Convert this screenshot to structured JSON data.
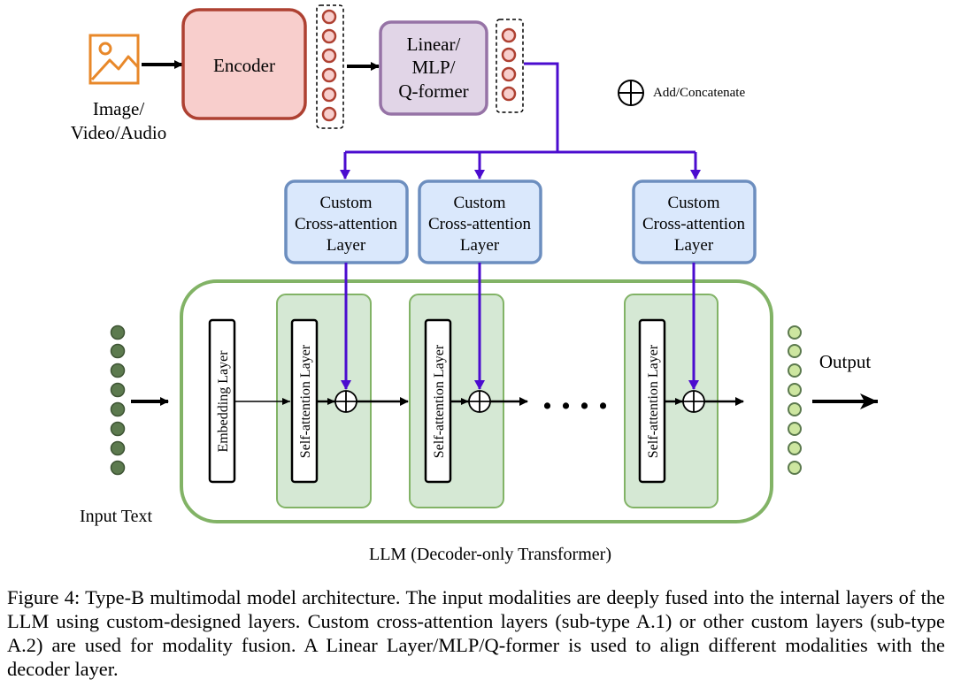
{
  "inputs": {
    "media_label_line1": "Image/",
    "media_label_line2": "Video/Audio",
    "text_label": "Input Text"
  },
  "encoder": {
    "label": "Encoder"
  },
  "projector": {
    "label_line1": "Linear/",
    "label_line2": "MLP/",
    "label_line3": "Q-former"
  },
  "legend": {
    "add_concat_label": "Add/Concatenate"
  },
  "cross_attention": {
    "label_line1": "Custom",
    "label_line2": "Cross-attention",
    "label_line3": "Layer"
  },
  "llm": {
    "embedding_label": "Embedding Layer",
    "self_attention_label": "Self-attention Layer",
    "ellipsis": "....",
    "caption": "LLM (Decoder-only Transformer)"
  },
  "output": {
    "label": "Output"
  },
  "figure_caption": "Figure 4: Type-B multimodal model architecture. The input modalities are deeply fused into the internal layers of the LLM using custom-designed layers. Custom cross-attention layers (sub-type A.1) or other custom layers (sub-type A.2) are used for modality fusion. A Linear Layer/MLP/Q-former is used to align different modalities with the decoder layer.",
  "colors": {
    "encoder_fill": "#f8cecc",
    "encoder_stroke": "#ae4132",
    "projector_fill": "#e1d5e7",
    "projector_stroke": "#9673a6",
    "cross_fill": "#dae8fc",
    "cross_stroke": "#6c8ebf",
    "llm_stroke": "#82b366",
    "block_fill": "#d5e8d4",
    "token_in": "#5c7a4e",
    "token_out": "#cde6a0",
    "purple_arrow": "#4b0ccf",
    "image_icon": "#e8882a"
  }
}
